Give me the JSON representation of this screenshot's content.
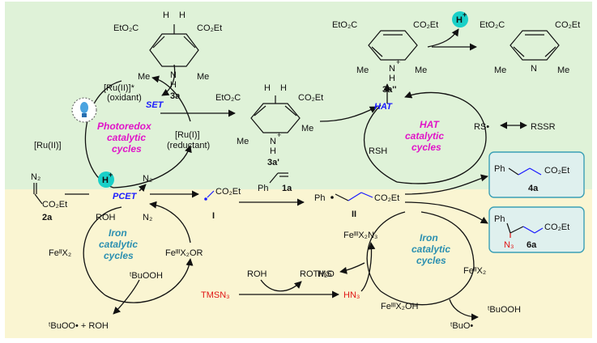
{
  "colors": {
    "green_band": "#dff2d8",
    "yellow_band": "#faf5d2",
    "blue_text": "#1a1aff",
    "magenta_text": "#e014c8",
    "teal_text": "#2a8fb0",
    "red_text": "#e01414",
    "box_border": "#3a9fb5",
    "bubble": "#19d0c8"
  },
  "top": {
    "ester_left_3a": "EtO₂C",
    "ester_right_3a": "CO₂Et",
    "h1": "H",
    "h2": "H",
    "me_left_3a": "Me",
    "me_right_3a": "Me",
    "n_3a": "N",
    "nh_3a": "H",
    "label_3a": "3a",
    "ester_left_3app": "EtO₂C",
    "ester_right_3app": "CO₂Et",
    "me_left_3app": "Me",
    "me_right_3app": "Me",
    "n_3app": "N",
    "nplus_3app": "+",
    "nh_3app": "H",
    "label_3app": "3a''",
    "hplus": "H",
    "hplus_sup": "+",
    "ester_left_py": "EtO₂C",
    "ester_right_py": "CO₂Et",
    "me_left_py": "Me",
    "me_right_py": "Me",
    "n_py": "N",
    "ester_left_3ap": "EtO₂C",
    "ester_right_3ap": "CO₂Et",
    "h3": "H",
    "h4": "H",
    "me_left_3ap": "Me",
    "me_right_3ap": "Me",
    "n_3ap": "N",
    "nplus_3ap": "+",
    "nh_3ap": "H",
    "label_3ap": "3a'"
  },
  "photoredox": {
    "ru_star": "[Ru(II)]*",
    "oxidant": "(oxidant)",
    "set": "SET",
    "ru_ii": "[Ru(II)]",
    "cycle_l1": "Photoredox",
    "cycle_l2": "catalytic",
    "cycle_l3": "cycles",
    "ru_i": "[Ru(I)]",
    "reductant": "(reductant)"
  },
  "hat": {
    "hat": "HAT",
    "cycle_l1": "HAT",
    "cycle_l2": "catalytic",
    "cycle_l3": "cycles",
    "rs_radical": "RS•",
    "rssr": "RSSR",
    "rsh": "RSH"
  },
  "middle": {
    "n2_diazo": "N₂",
    "diazo_ester": "CO₂Et",
    "label_2a": "2a",
    "pcet": "PCET",
    "hplus": "H",
    "hplus_sup": "+",
    "n2_top": "N₂",
    "n2_bottom": "N₂",
    "roh": "ROH",
    "radical_ester": "CO₂Et",
    "label_I": "I",
    "ph_1a": "Ph",
    "label_1a": "1a",
    "ph_II": "Ph",
    "ester_II": "CO₂Et",
    "label_II": "II"
  },
  "iron_left": {
    "cycle_l1": "Iron",
    "cycle_l2": "catalytic",
    "cycle_l3": "cycles",
    "fe_ii": "FeᴵᴵX₂",
    "fe_iii": "FeᴵᴵᴵX₂OR",
    "tbuooh": "ᵗBuOOH",
    "tbuoo": "ᵗBuOO• + ROH"
  },
  "iron_right": {
    "cycle_l1": "Iron",
    "cycle_l2": "catalytic",
    "cycle_l3": "cycles",
    "fe_iii_n3": "FeᴵᴵᴵX₂N₃",
    "h2o": "H₂O",
    "fe_ii": "FeᴵᴵX₂",
    "fe_iii_oh": "FeᴵᴵᴵX₂OH",
    "tbuooh": "ᵗBuOOH",
    "tbuo": "ᵗBuO•"
  },
  "azide_row": {
    "roh": "ROH",
    "rotms": "ROTMS",
    "tmsn3": "TMSN₃",
    "hn3": "HN₃"
  },
  "products": {
    "ph_4a": "Ph",
    "ester_4a": "CO₂Et",
    "label_4a": "4a",
    "ph_6a": "Ph",
    "ester_6a": "CO₂Et",
    "n3_6a": "N₃",
    "label_6a": "6a"
  }
}
